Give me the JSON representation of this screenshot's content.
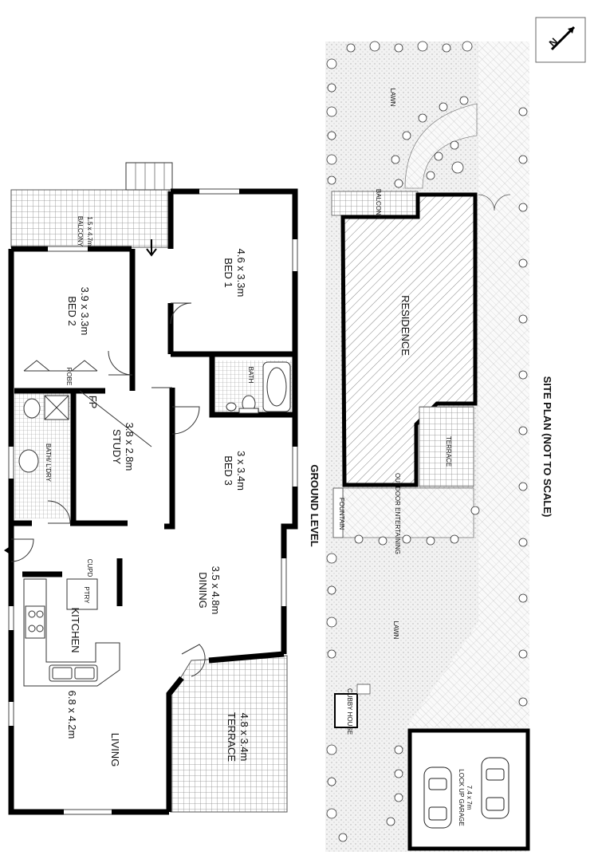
{
  "floor_plan": {
    "level_label": "GROUND LEVEL",
    "rooms": {
      "balcony": {
        "name": "BALCONY",
        "dims": "1.5 x 4.7m"
      },
      "bed2": {
        "name": "BED 2",
        "dims": "3.9 x 3.3m"
      },
      "bed1": {
        "name": "BED 1",
        "dims": "4.6 x 3.3m"
      },
      "robe": {
        "name": "ROBE"
      },
      "bath": {
        "name": "BATH"
      },
      "fp": {
        "name": "FP"
      },
      "bath_ldry": {
        "name": "BATH/ L'DRY"
      },
      "study": {
        "name": "STUDY",
        "dims": "3.8 x 2.8m"
      },
      "bed3": {
        "name": "BED 3",
        "dims": "3 x 3.4m"
      },
      "cupd": {
        "name": "CUPD"
      },
      "ptry": {
        "name": "PTRY"
      },
      "kitchen": {
        "name": "KITCHEN"
      },
      "dining": {
        "name": "DINING",
        "dims": "3.5 x 4.8m"
      },
      "living": {
        "name": "LIVING",
        "dims": "6.8 x 4.2m"
      },
      "terrace": {
        "name": "TERRACE",
        "dims": "4.8 x 3.4m"
      }
    }
  },
  "site_plan": {
    "title": "SITE PLAN (NOT TO SCALE)",
    "areas": {
      "lawn_top": "LAWN",
      "balcony": "BALCONY",
      "residence": "RESIDENCE",
      "terrace": "TERRACE",
      "fountain": "FOUNTAIN",
      "outdoor_entertaining": "OUTDOOR ENTERTAINING",
      "lawn_bottom": "LAWN",
      "clubby_house": "CUBBY HOUSE",
      "garage": "LOCK UP GARAGE",
      "garage_dims": "7.4 x 7m"
    }
  },
  "compass": {
    "label": "N"
  },
  "colors": {
    "wall": "#000000",
    "hatch": "#555555",
    "tile": "#777777",
    "paving": "#bbbbbb"
  }
}
